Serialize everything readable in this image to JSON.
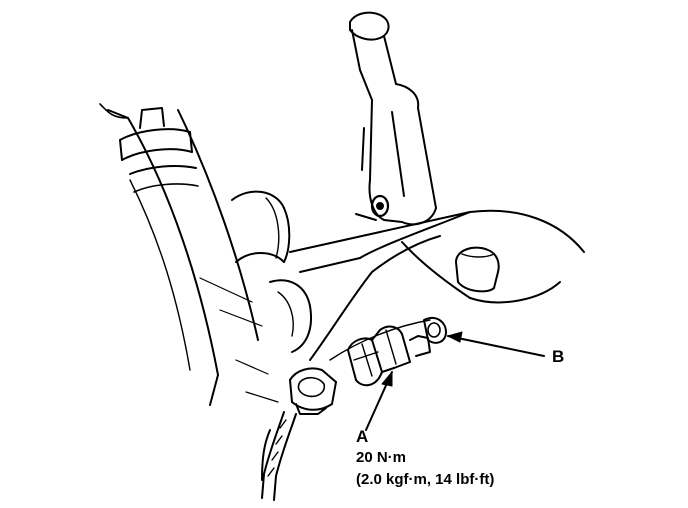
{
  "labels": {
    "part_a": "A",
    "torque_primary": "20 N·m",
    "torque_secondary": "(2.0 kgf·m, 14 lbf·ft)",
    "part_b": "B"
  },
  "colors": {
    "ink": "#000000",
    "paper": "#ffffff"
  }
}
